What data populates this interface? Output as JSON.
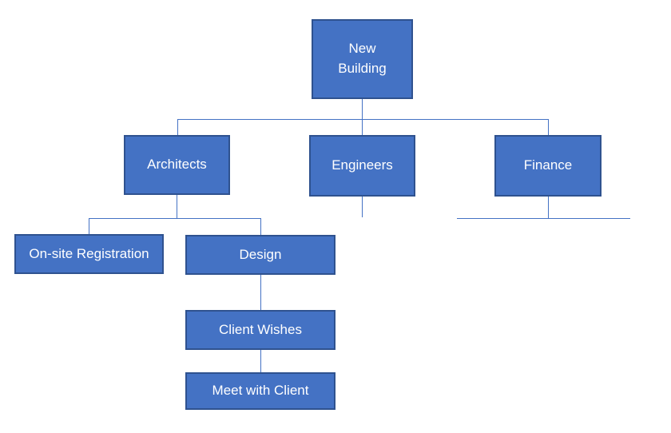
{
  "diagram": {
    "type": "org-chart",
    "colors": {
      "node_fill": "#4472C4",
      "node_border": "#2F528F",
      "node_text": "#FFFFFF",
      "connector": "#4472C4",
      "background": "#FFFFFF"
    },
    "nodes": {
      "new_building": {
        "label": "New\nBuilding"
      },
      "architects": {
        "label": "Architects"
      },
      "engineers": {
        "label": "Engineers"
      },
      "finance": {
        "label": "Finance"
      },
      "onsite_registration": {
        "label": "On-site Registration"
      },
      "design": {
        "label": "Design"
      },
      "client_wishes": {
        "label": "Client Wishes"
      },
      "meet_with_client": {
        "label": "Meet with Client"
      }
    },
    "edges": [
      {
        "from": "new_building",
        "to": "architects"
      },
      {
        "from": "new_building",
        "to": "engineers"
      },
      {
        "from": "new_building",
        "to": "finance"
      },
      {
        "from": "architects",
        "to": "onsite_registration"
      },
      {
        "from": "architects",
        "to": "design"
      },
      {
        "from": "design",
        "to": "client_wishes"
      },
      {
        "from": "client_wishes",
        "to": "meet_with_client"
      }
    ]
  }
}
